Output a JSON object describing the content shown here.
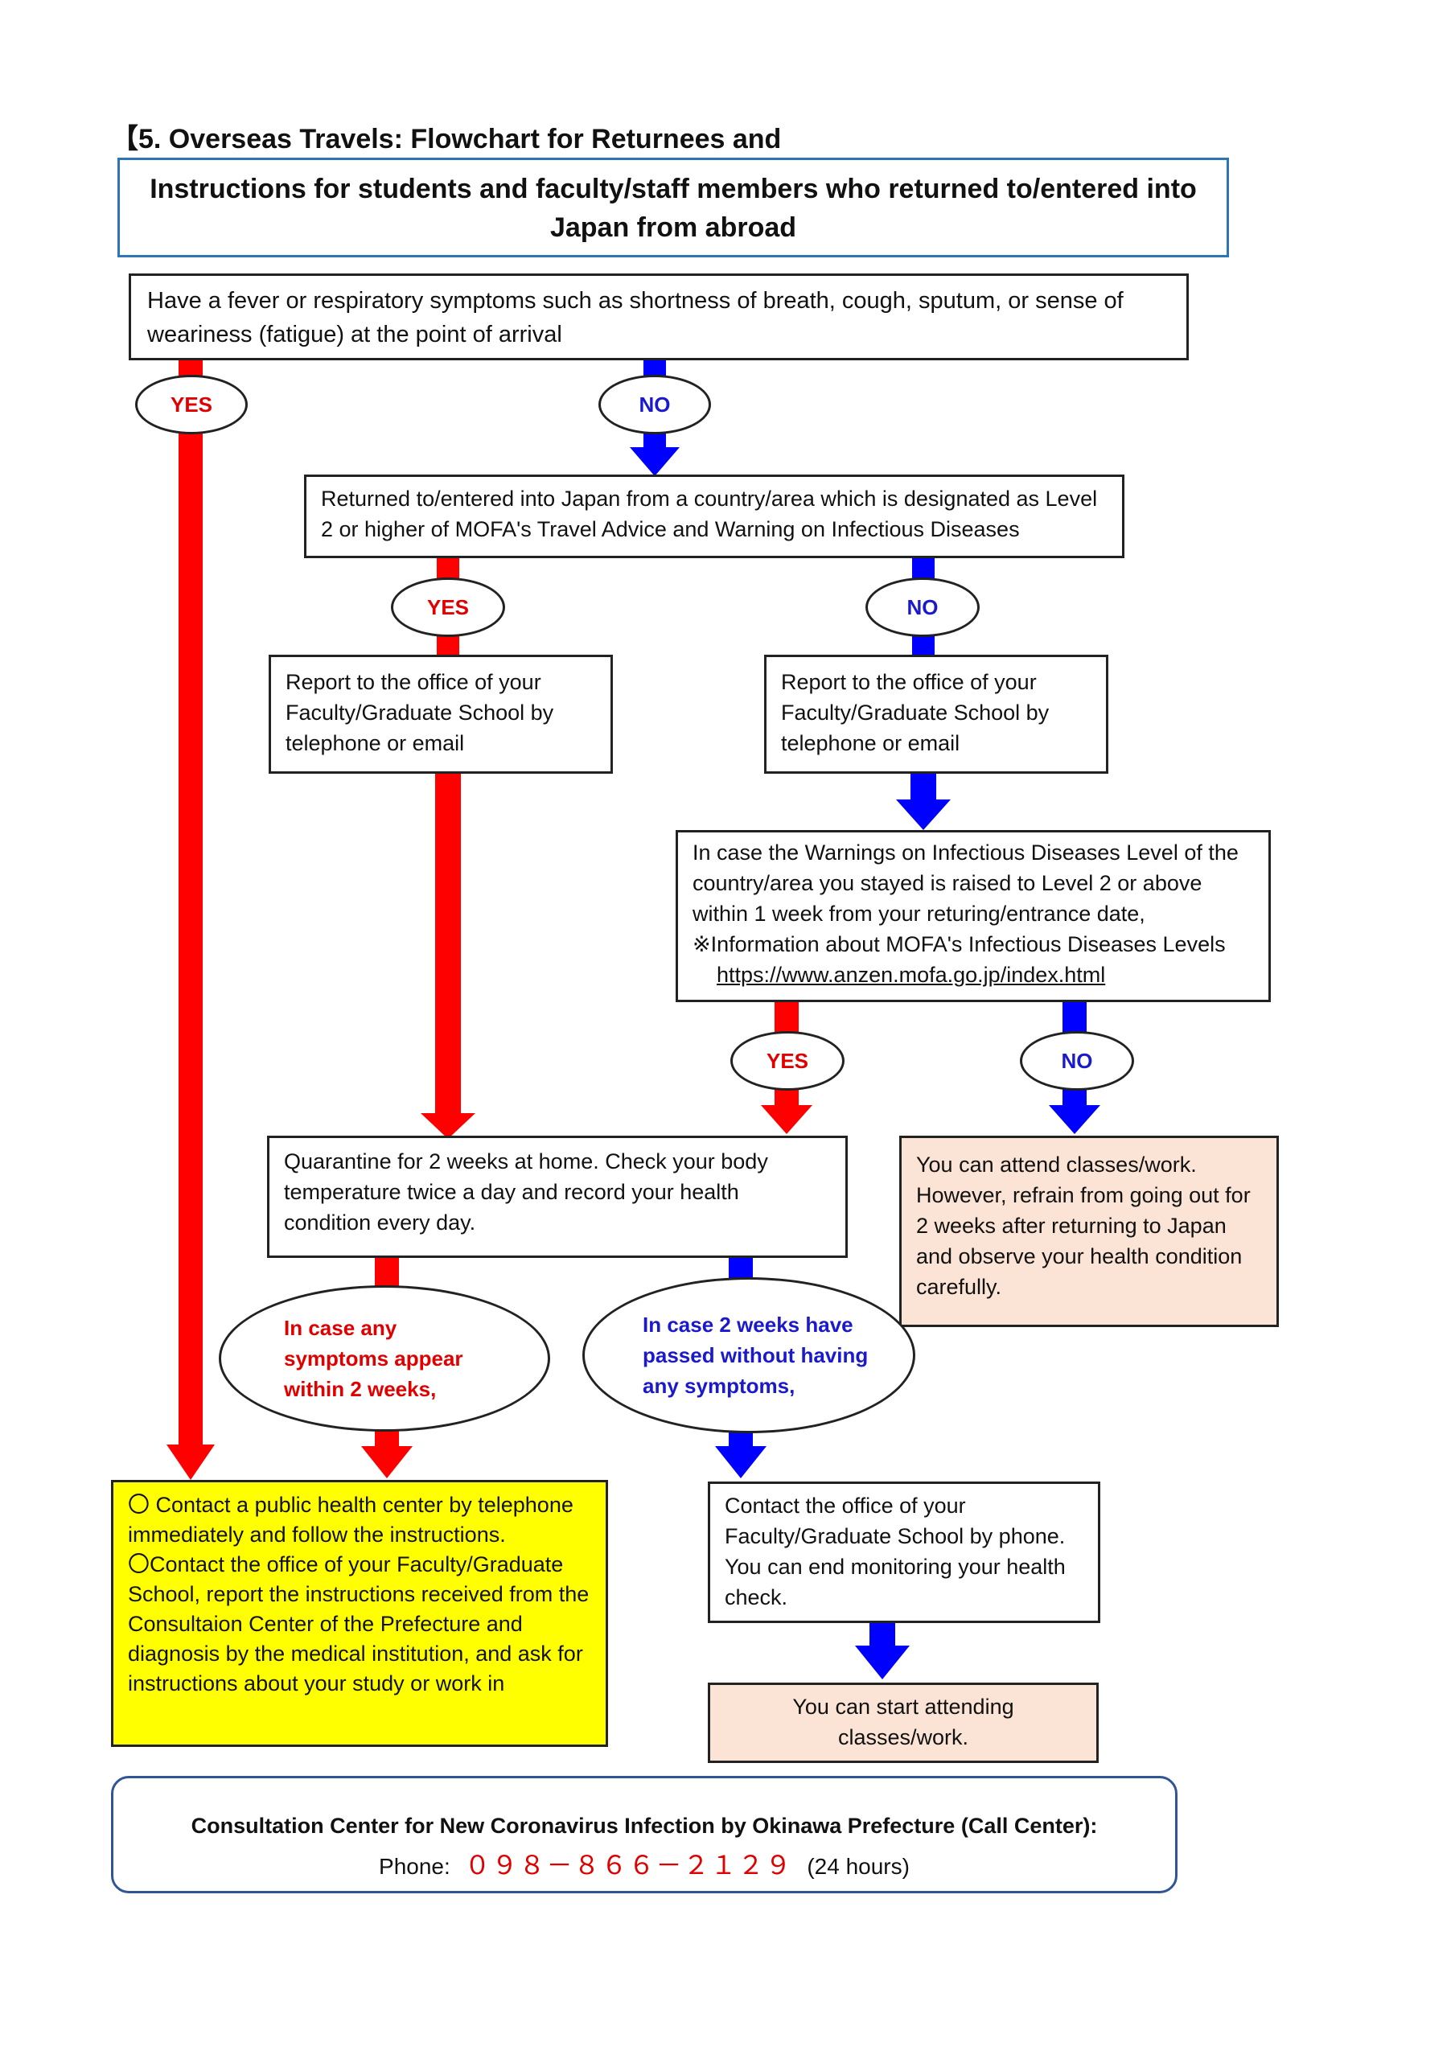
{
  "header": {
    "section_title": "【5. Overseas Travels: Flowchart for Returnees and",
    "title_line1": "Instructions for students and faculty/staff members who returned to/entered into",
    "title_line2": "Japan from abroad"
  },
  "nodes": {
    "fever_question": "Have a fever or respiratory symptoms such as shortness of breath, cough, sputum, or sense of weariness (fatigue) at the point of arrival",
    "level2_question": "Returned to/entered into Japan from a country/area which is designated as Level 2 or higher of MOFA's Travel Advice and Warning on Infectious Diseases",
    "report_yes": "Report to the office of your Faculty/Graduate School by telephone or email",
    "report_no": "Report to the office of your Faculty/Graduate School by telephone or email",
    "warning_raised_line1": "In case the Warnings on Infectious Diseases Level of the country/area you stayed is raised to Level 2 or above within 1 week from your returing/entrance date,",
    "warning_raised_line2": "※Information about MOFA's Infectious Diseases Levels",
    "warning_raised_url": "https://www.anzen.mofa.go.jp/index.html",
    "quarantine": "Quarantine for 2 weeks at home. Check your body temperature twice a day and record your health condition every day.",
    "attend_classes": "You can attend classes/work. However, refrain from going out for 2 weeks after returning to Japan and observe your health condition carefully.",
    "symptoms_appear": "In case any symptoms appear within 2 weeks,",
    "no_symptoms": "In case 2 weeks have passed without having any symptoms,",
    "contact_public_line1": "〇 Contact a public health center by telephone immediately and follow the instructions.",
    "contact_public_line2": "〇Contact the office of your Faculty/Graduate School, report the instructions received from the Consultaion Center of the Prefecture and diagnosis by the medical institution, and ask for instructions about your study or work in",
    "contact_office": "Contact the office of your Faculty/Graduate School by phone. You can end monitoring your health check.",
    "start_attending": "You can start attending classes/work."
  },
  "labels": {
    "yes": "YES",
    "no": "NO"
  },
  "footer": {
    "center_name": "Consultation Center for New Coronavirus Infection by Okinawa Prefecture (Call Center):",
    "phone_label": "Phone:",
    "phone_number": "０９８－８６６－２１２９",
    "hours": "(24 hours)"
  },
  "colors": {
    "yes_arrow": "#ff0000",
    "no_arrow": "#0000ff",
    "highlight_yellow": "#ffff00",
    "peach": "#fbe4d5",
    "title_border": "#2e75b6"
  }
}
